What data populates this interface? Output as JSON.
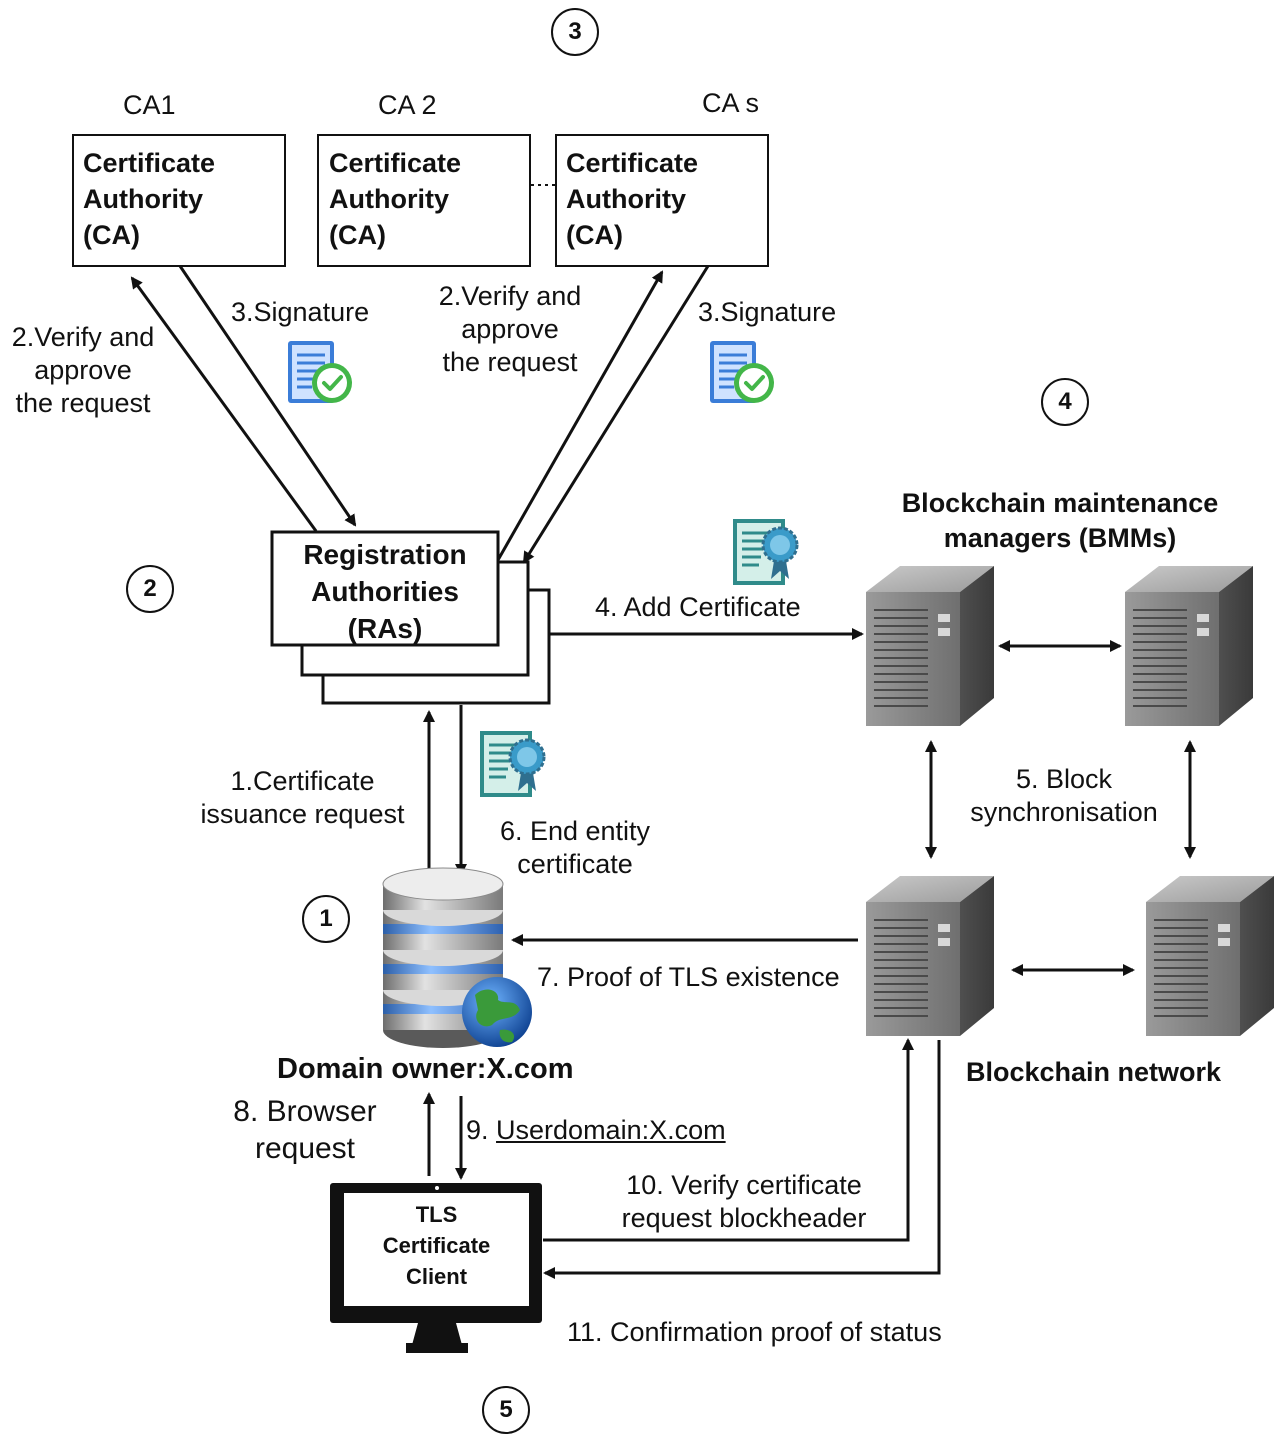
{
  "step_markers": [
    "1",
    "2",
    "3",
    "4",
    "5"
  ],
  "cas": [
    {
      "tag": "CA1",
      "title": "Certificate\nAuthority\n(CA)"
    },
    {
      "tag": "CA 2",
      "title": "Certificate\nAuthority\n(CA)"
    },
    {
      "tag": "CA s",
      "title": "Certificate\nAuthority\n(CA)"
    }
  ],
  "ca_gap": "...",
  "ra_title": "Registration\nAuthorities\n(RAs)",
  "bmm_title": "Blockchain maintenance\nmanagers (BMMs)",
  "network_title": "Blockchain network",
  "domain_owner": "Domain owner:X.com",
  "tls_client": "TLS\nCertificate\nClient",
  "flows": {
    "f1": "1.Certificate\nissuance request",
    "f2_left": "2.Verify and\napprove\nthe request",
    "f2_right": "2.Verify and\napprove\nthe request",
    "f3_left": "3.Signature",
    "f3_right": "3.Signature",
    "f4": "4. Add Certificate",
    "f5": "5. Block\nsynchronisation",
    "f6": "6. End entity\ncertificate",
    "f7": "7. Proof of TLS existence",
    "f8": "8. Browser\nrequest",
    "f9_prefix": "9. ",
    "f9_link": "Userdomain:X.com",
    "f10": "10. Verify certificate\nrequest blockheader",
    "f11": "11. Confirmation proof of status"
  },
  "icons": {
    "signature": "signed-document-check-icon",
    "certificate": "certificate-ribbon-icon",
    "server": "server-tower-icon",
    "database": "database-globe-icon",
    "monitor": "monitor-icon"
  },
  "colors": {
    "line": "#111111",
    "doc_blue": "#3b7dd8",
    "check_green": "#43b649",
    "cert_teal": "#2f8b8a",
    "seal_blue": "#3a9bc9",
    "server_gray": "#8a8a8a",
    "db_blue": "#4a86d4"
  }
}
